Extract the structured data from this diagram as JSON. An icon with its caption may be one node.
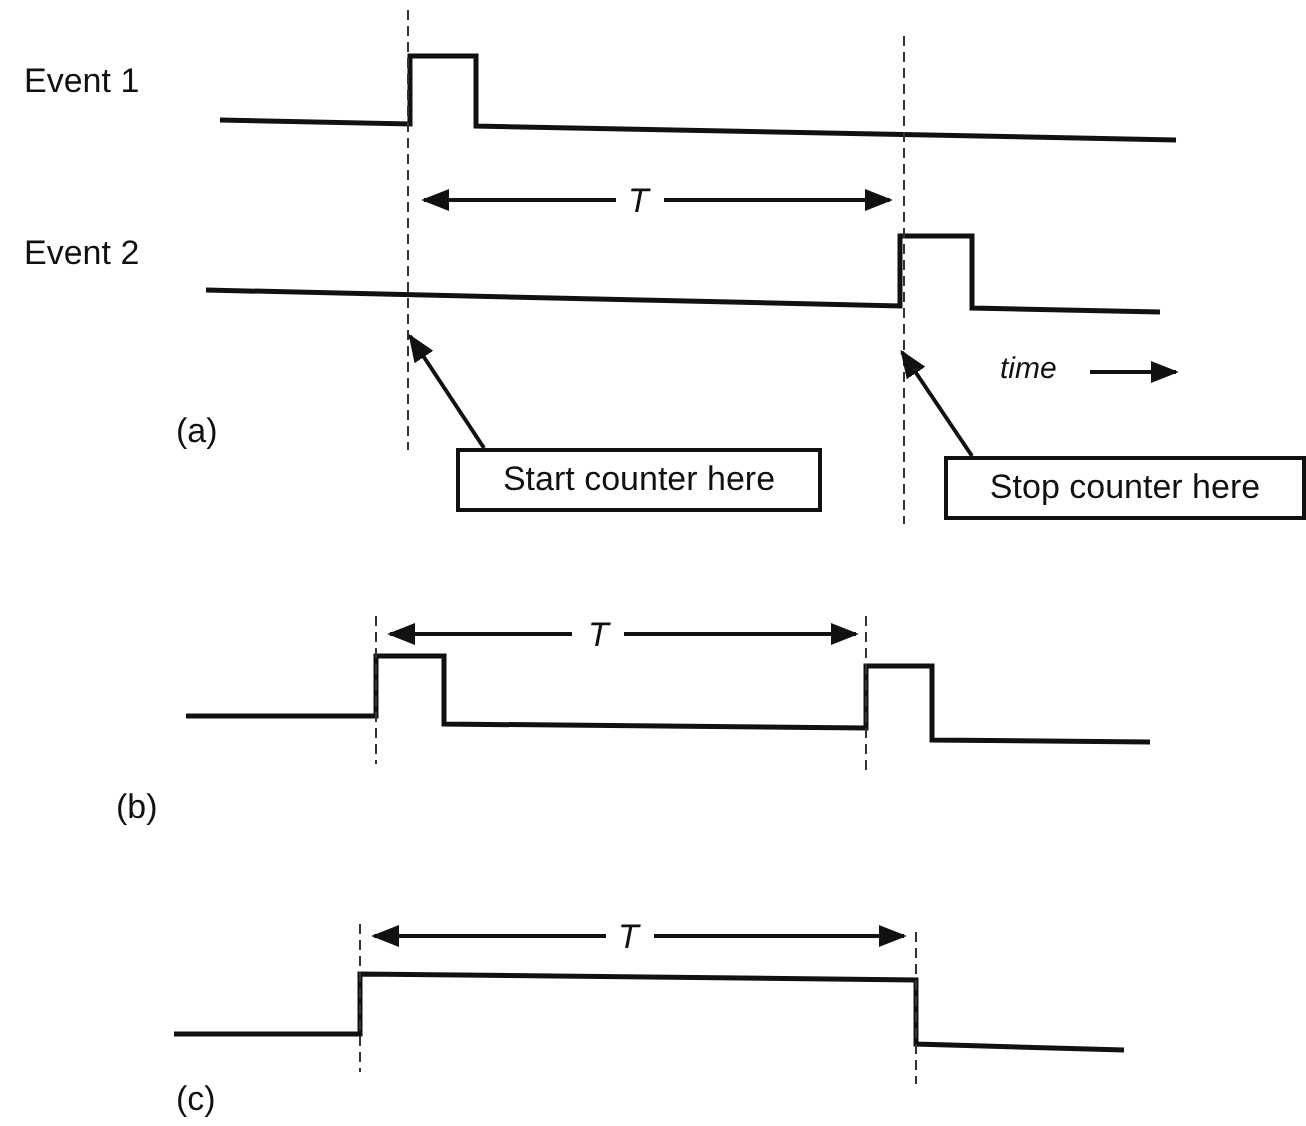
{
  "diagram": {
    "nodes": [
      {
        "text": [
          "Start counter here"
        ]
      },
      {
        "text": [
          "Stop counter here"
        ]
      }
    ],
    "edges": [
      {
        "from": 0,
        "to": null,
        "arrow": "to"
      },
      {
        "from": 1,
        "to": null,
        "arrow": "to"
      }
    ],
    "labels": [
      "Event 1",
      "T",
      "Event 2",
      "time",
      "(a)",
      "T",
      "(b)",
      "T",
      "(c)"
    ]
  }
}
